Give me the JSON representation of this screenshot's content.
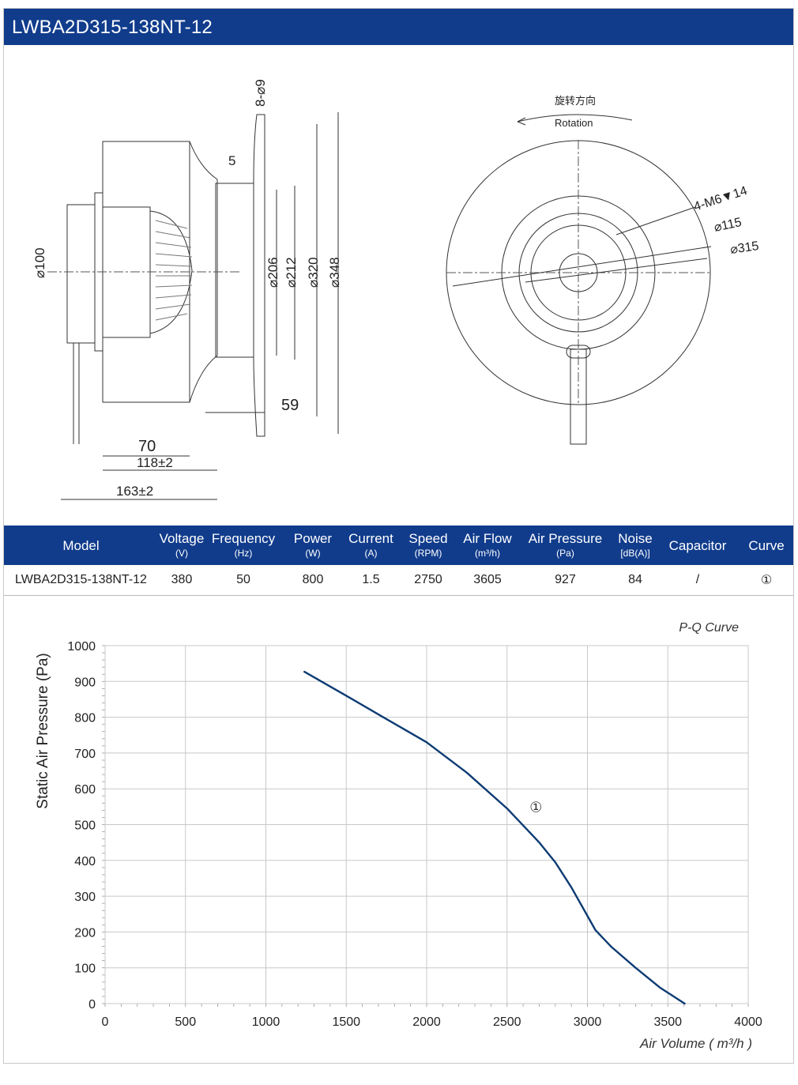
{
  "header": {
    "title": "LWBA2D315-138NT-12"
  },
  "drawing": {
    "side_view": {
      "dims": [
        "8-⌀9",
        "5",
        "⌀100",
        "⌀206",
        "⌀212",
        "⌀320",
        "⌀348",
        "59",
        "70",
        "118±2",
        "163±2"
      ]
    },
    "front_view": {
      "rotation_cn": "旋转方向",
      "rotation_en": "Rotation",
      "dims": [
        "4-M6▼14",
        "⌀115",
        "⌀315"
      ]
    }
  },
  "specs": {
    "columns": [
      {
        "name": "Model",
        "unit": ""
      },
      {
        "name": "Voltage",
        "unit": "(V)"
      },
      {
        "name": "Frequency",
        "unit": "(Hz)"
      },
      {
        "name": "Power",
        "unit": "(W)"
      },
      {
        "name": "Current",
        "unit": "(A)"
      },
      {
        "name": "Speed",
        "unit": "(RPM)"
      },
      {
        "name": "Air Flow",
        "unit": "(m³/h)"
      },
      {
        "name": "Air Pressure",
        "unit": "(Pa)"
      },
      {
        "name": "Noise",
        "unit": "[dB(A)]"
      },
      {
        "name": "Capacitor",
        "unit": ""
      },
      {
        "name": "Curve",
        "unit": ""
      }
    ],
    "rows": [
      [
        "LWBA2D315-138NT-12",
        "380",
        "50",
        "800",
        "1.5",
        "2750",
        "3605",
        "927",
        "84",
        "/",
        "①"
      ]
    ]
  },
  "chart_data": {
    "type": "line",
    "title": "P-Q Curve",
    "xlabel": "Air Volume ( m³/h )",
    "ylabel": "Static Air Pressure  (Pa)",
    "xlim": [
      0,
      4000
    ],
    "ylim": [
      0,
      1000
    ],
    "xticks": [
      0,
      500,
      1000,
      1500,
      2000,
      2500,
      3000,
      3500,
      4000
    ],
    "yticks": [
      0,
      100,
      200,
      300,
      400,
      500,
      600,
      700,
      800,
      900,
      1000
    ],
    "grid": true,
    "color": "#0d3b73",
    "series": [
      {
        "label": "①",
        "x": [
          1240,
          1500,
          1750,
          2000,
          2250,
          2500,
          2700,
          2800,
          2900,
          3000,
          3050,
          3150,
          3300,
          3450,
          3605
        ],
        "y": [
          927,
          860,
          795,
          730,
          645,
          545,
          450,
          395,
          325,
          245,
          205,
          158,
          100,
          45,
          0
        ]
      }
    ]
  }
}
